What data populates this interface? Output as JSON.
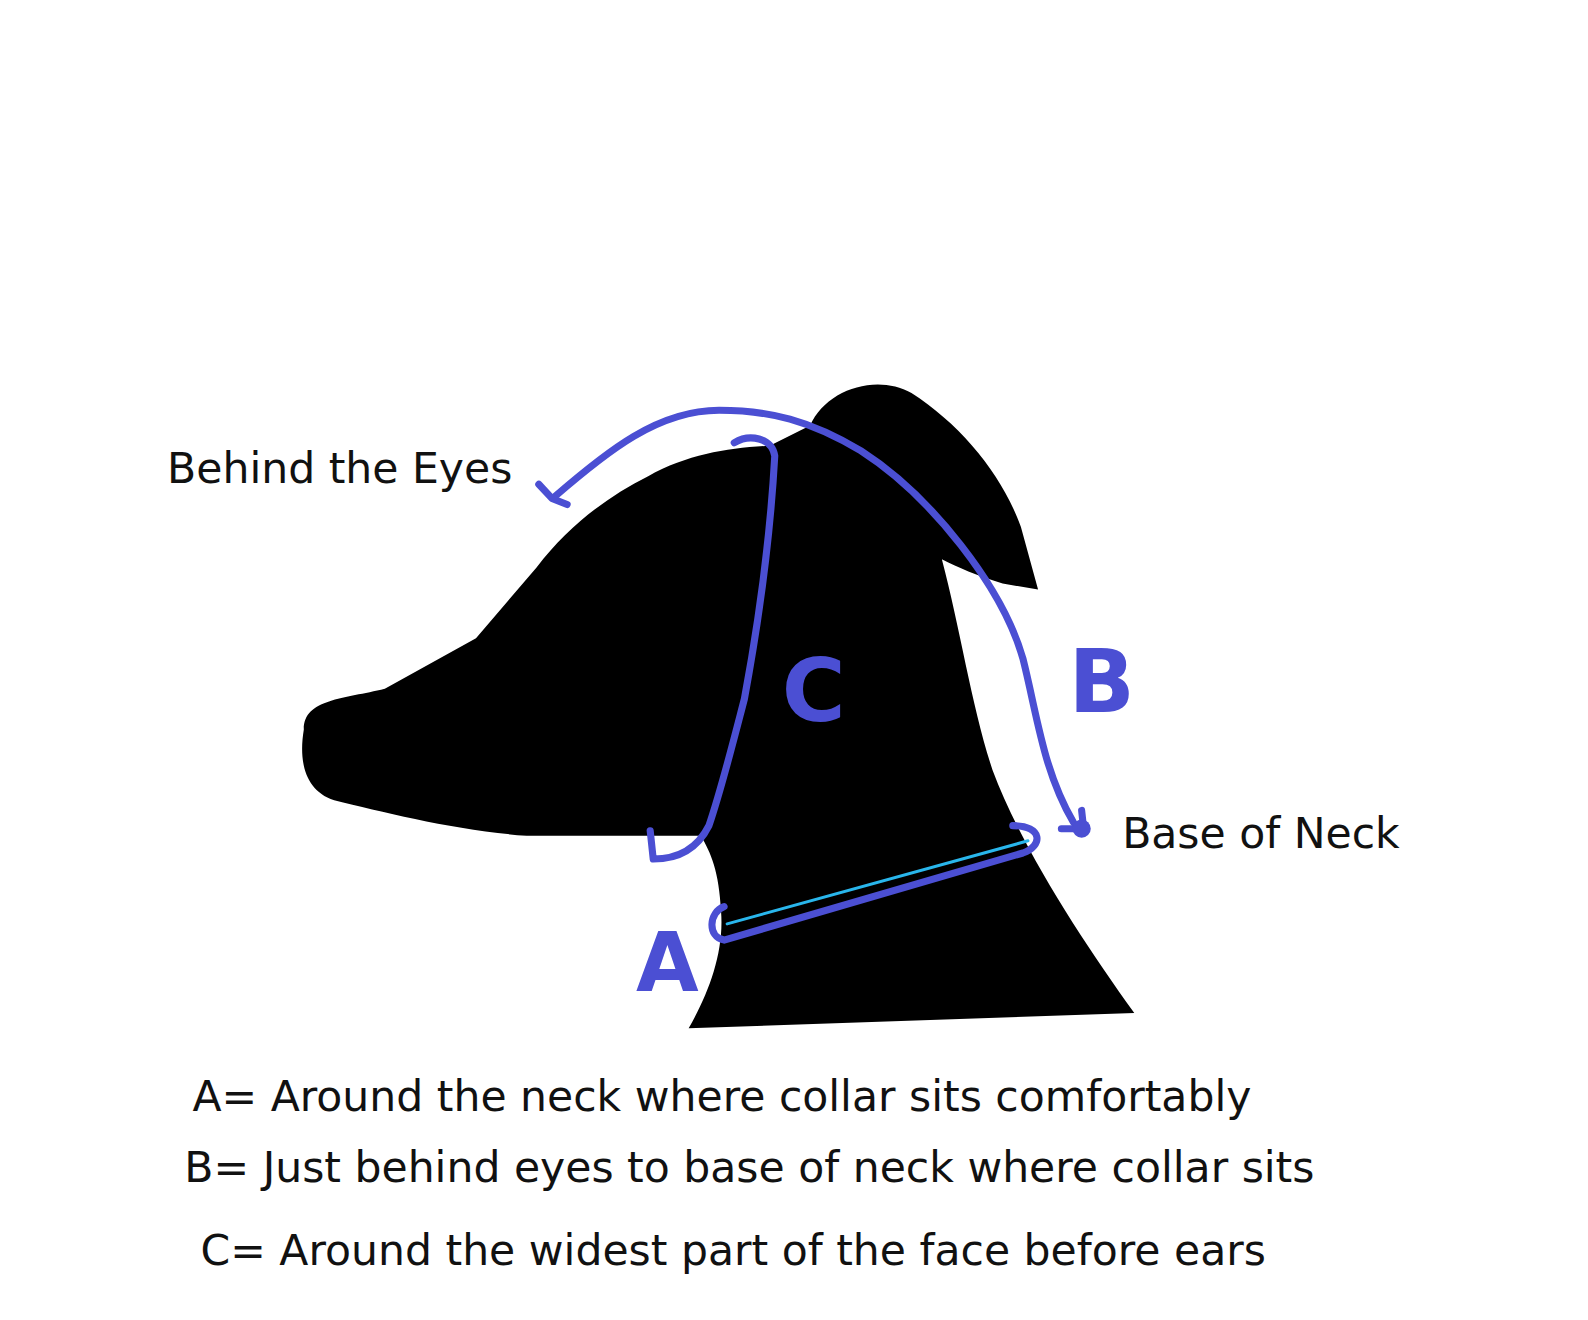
{
  "diagram": {
    "labels": [
      "Behind the Eyes",
      "C",
      "B",
      "Base of Neck",
      "A",
      "A= Around the neck where collar sits comfortably",
      "B= Just behind eyes to base of neck where collar sits",
      "C= Around the widest part of the face before ears"
    ]
  }
}
